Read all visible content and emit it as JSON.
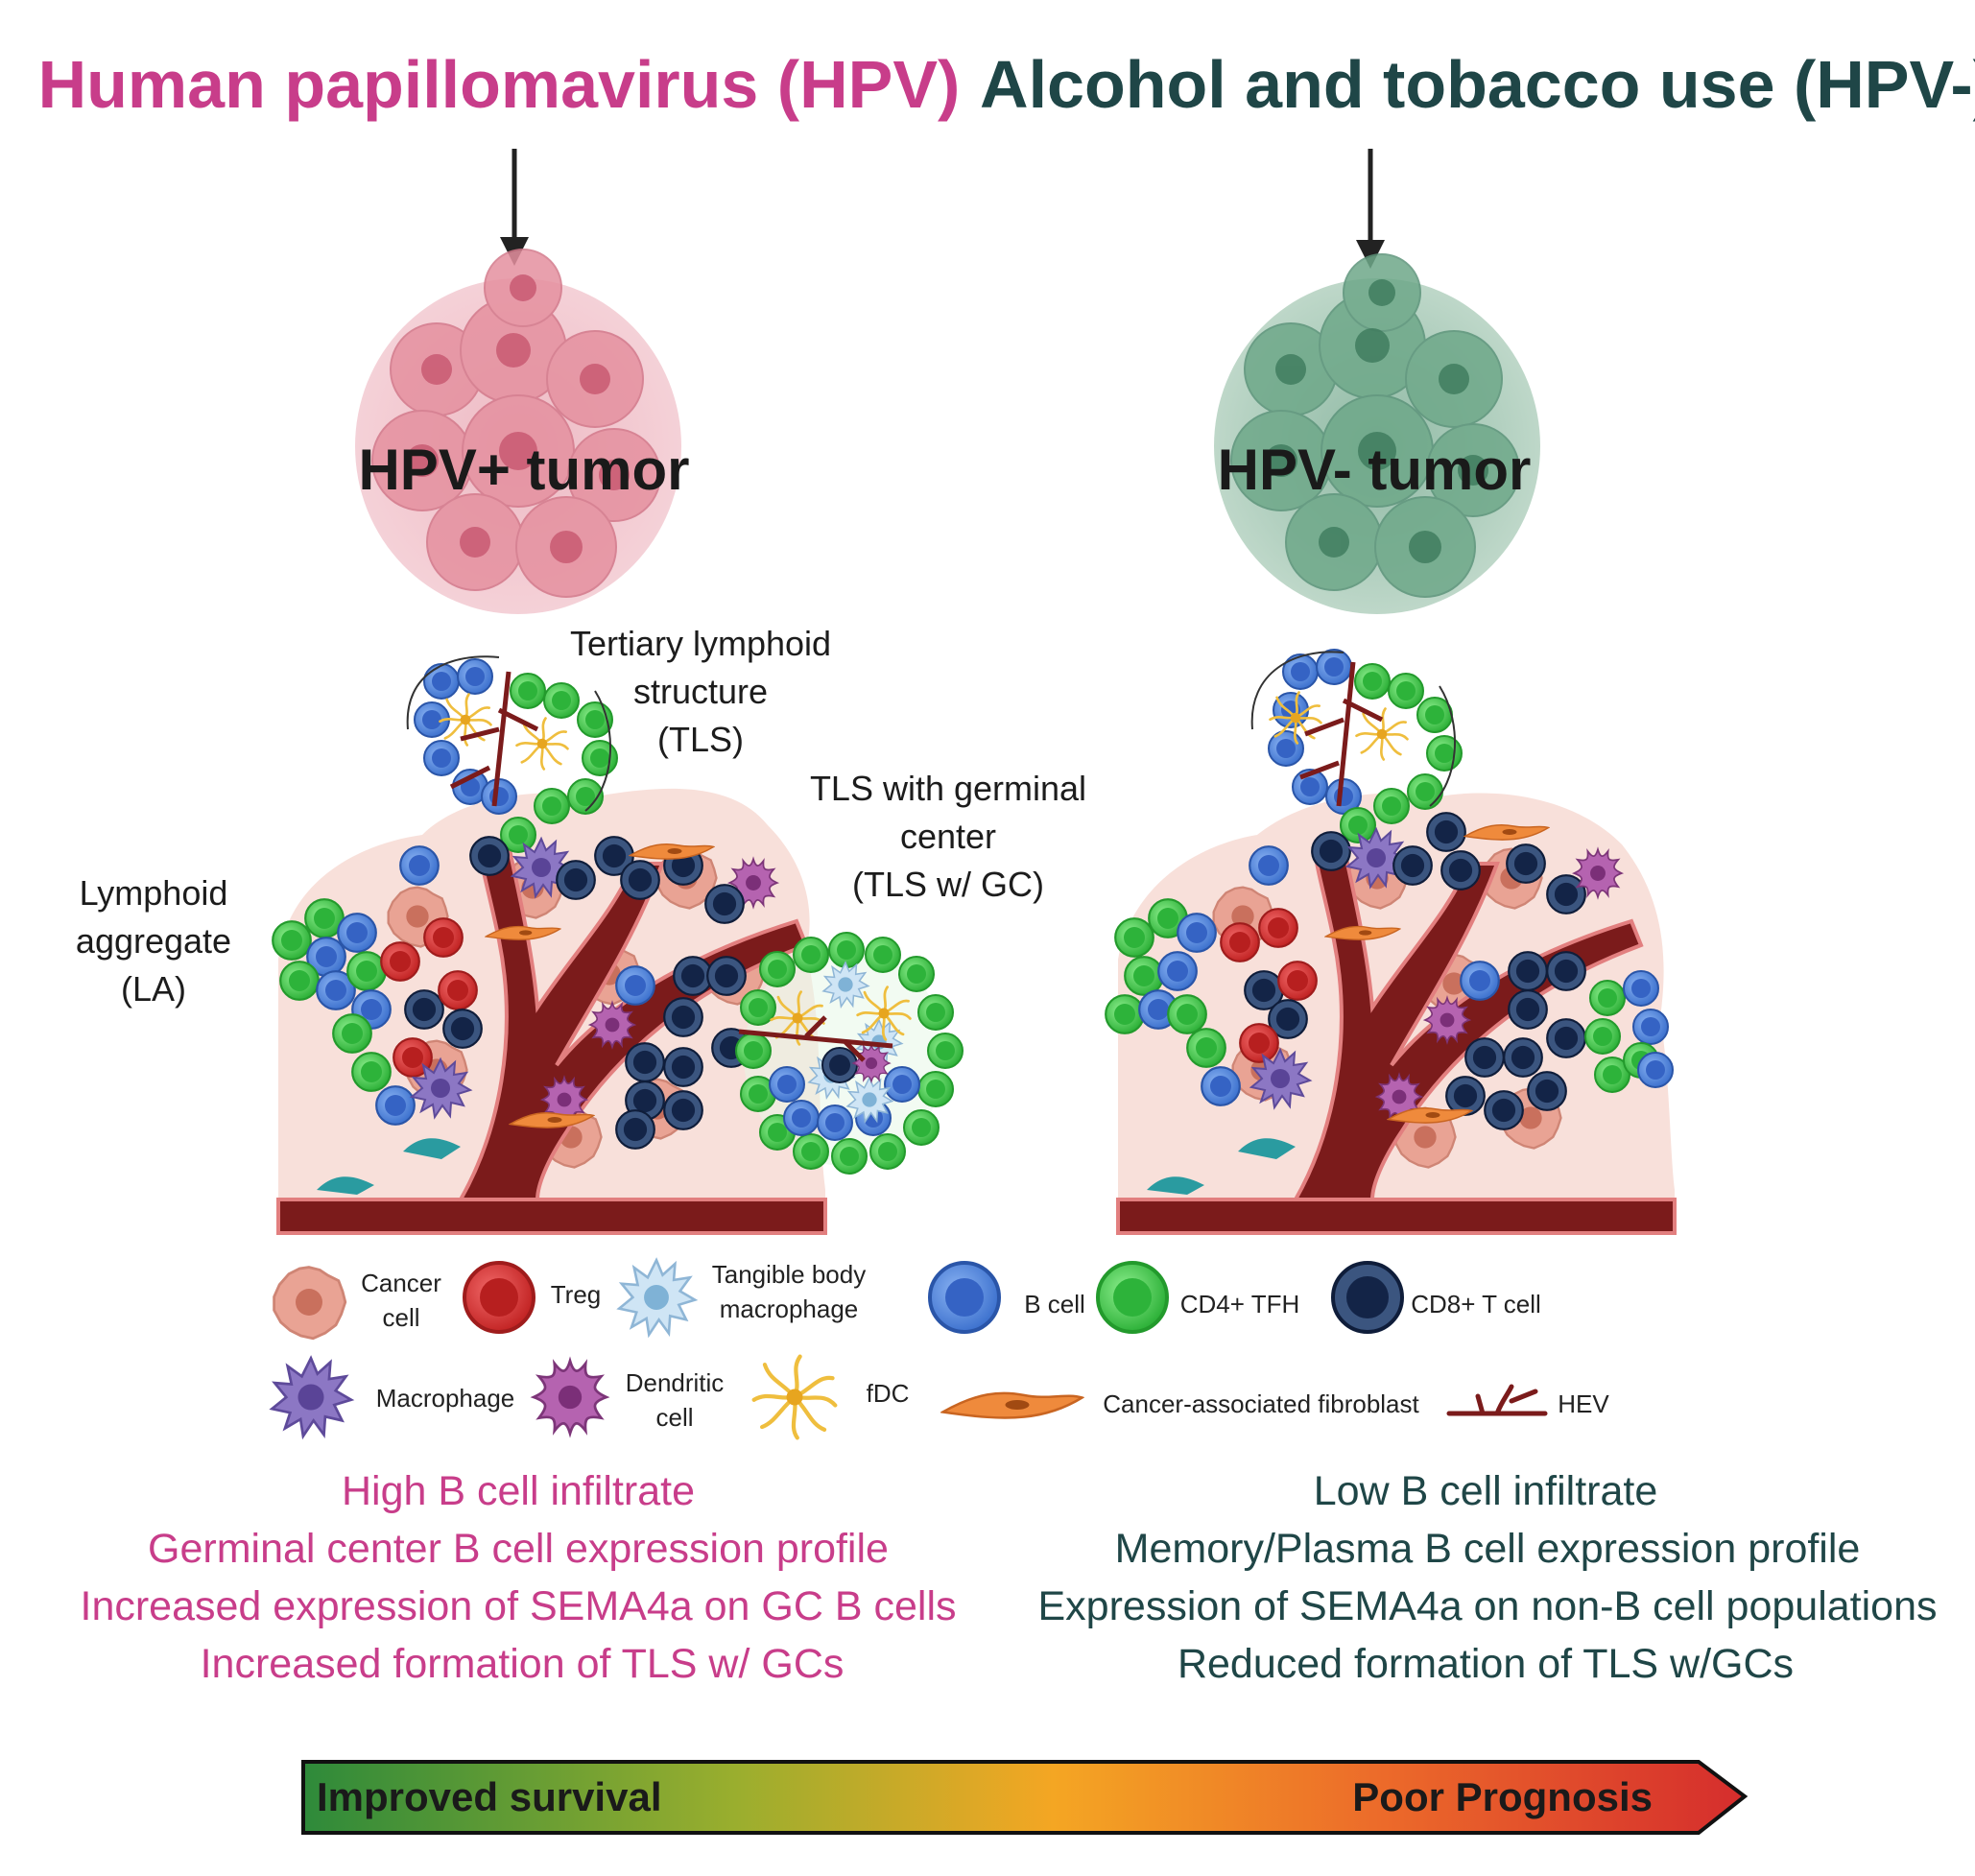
{
  "titles": {
    "left": "Human papillomavirus (HPV)",
    "right": "Alcohol and tobacco use (HPV-)"
  },
  "colors": {
    "hpv_pos": "#c83d8a",
    "hpv_neg": "#1f4647",
    "pink_tumor": "#e6a0ac",
    "green_tumor": "#6aa085",
    "vessel": "#7a1a1a",
    "b_cell": "#5b8fe0",
    "cd4_tfh": "#4cc552",
    "cd8_t_cell": "#1e3360",
    "treg": "#d83838",
    "macrophage": "#7b64b5",
    "dendritic": "#a4519f",
    "fdc": "#f1c24a",
    "caf": "#ef8a3c",
    "tangible_body_macrophage": "#a7cde8"
  },
  "tumors": {
    "left_label": "HPV+ tumor",
    "right_label": "HPV- tumor"
  },
  "annotations": {
    "tls": [
      "Tertiary lymphoid",
      "structure",
      "(TLS)"
    ],
    "tls_gc": [
      "TLS  with germinal",
      "center",
      "(TLS w/ GC)"
    ],
    "la": [
      "Lymphoid",
      "aggregate",
      "(LA)"
    ]
  },
  "legend": {
    "cancer_cell": [
      "Cancer",
      "cell"
    ],
    "treg": "Treg",
    "tangible_body_macrophage": [
      "Tangible body",
      "macrophage"
    ],
    "b_cell": "B cell",
    "cd4_tfh": "CD4+ TFH",
    "cd8_t_cell": "CD8+ T cell",
    "macrophage": "Macrophage",
    "dendritic_cell": [
      "Dendritic",
      "cell"
    ],
    "fdc": "fDC",
    "caf": "Cancer-associated fibroblast",
    "hev": "HEV"
  },
  "findings": {
    "left": [
      "High B cell infiltrate",
      "Germinal center B cell expression profile",
      "Increased expression of SEMA4a on GC B cells",
      "Increased formation of TLS  w/ GCs"
    ],
    "right": [
      "Low  B cell infiltrate",
      "Memory/Plasma B cell expression profile",
      "Expression of SEMA4a on non-B cell populations",
      "Reduced formation of TLS  w/GCs"
    ]
  },
  "prognosis_scale": {
    "left_label": "Improved survival",
    "right_label": "Poor Prognosis",
    "gradient": [
      "#2e8a3a",
      "#9aae2e",
      "#f4a623",
      "#ec6a2a",
      "#d52d2d"
    ]
  }
}
